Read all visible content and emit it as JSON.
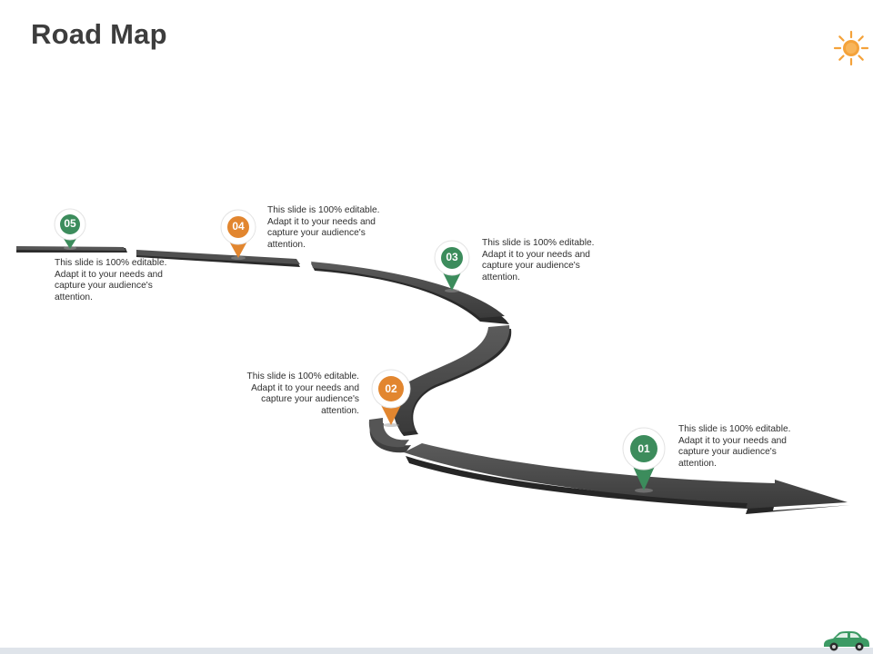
{
  "slide": {
    "title": "Road Map"
  },
  "colors": {
    "green": "#3c8c5c",
    "orange": "#e2862f",
    "road": "#4d4d4d",
    "road_shadow": "#2a2a2a",
    "sun": "#f4a23a",
    "car": "#3c9a64",
    "text": "#2f2f2f"
  },
  "icons": {
    "sun": "sun-icon",
    "car": "car-icon",
    "pin": "map-pin-icon"
  },
  "milestones": [
    {
      "number": "05",
      "color": "green",
      "text": "This slide is 100% editable.  Adapt it to your needs and capture your audience's attention."
    },
    {
      "number": "04",
      "color": "orange",
      "text": "This slide is 100% editable.  Adapt it to your needs and capture your audience's attention."
    },
    {
      "number": "03",
      "color": "green",
      "text": "This slide is 100% editable. Adapt it to your needs and capture your audience's attention."
    },
    {
      "number": "02",
      "color": "orange",
      "text": "This slide is 100% editable.  Adapt it to your needs and capture your audience's attention."
    },
    {
      "number": "01",
      "color": "green",
      "text": "This slide is 100% editable. Adapt it to your needs and capture your audience's attention."
    }
  ]
}
